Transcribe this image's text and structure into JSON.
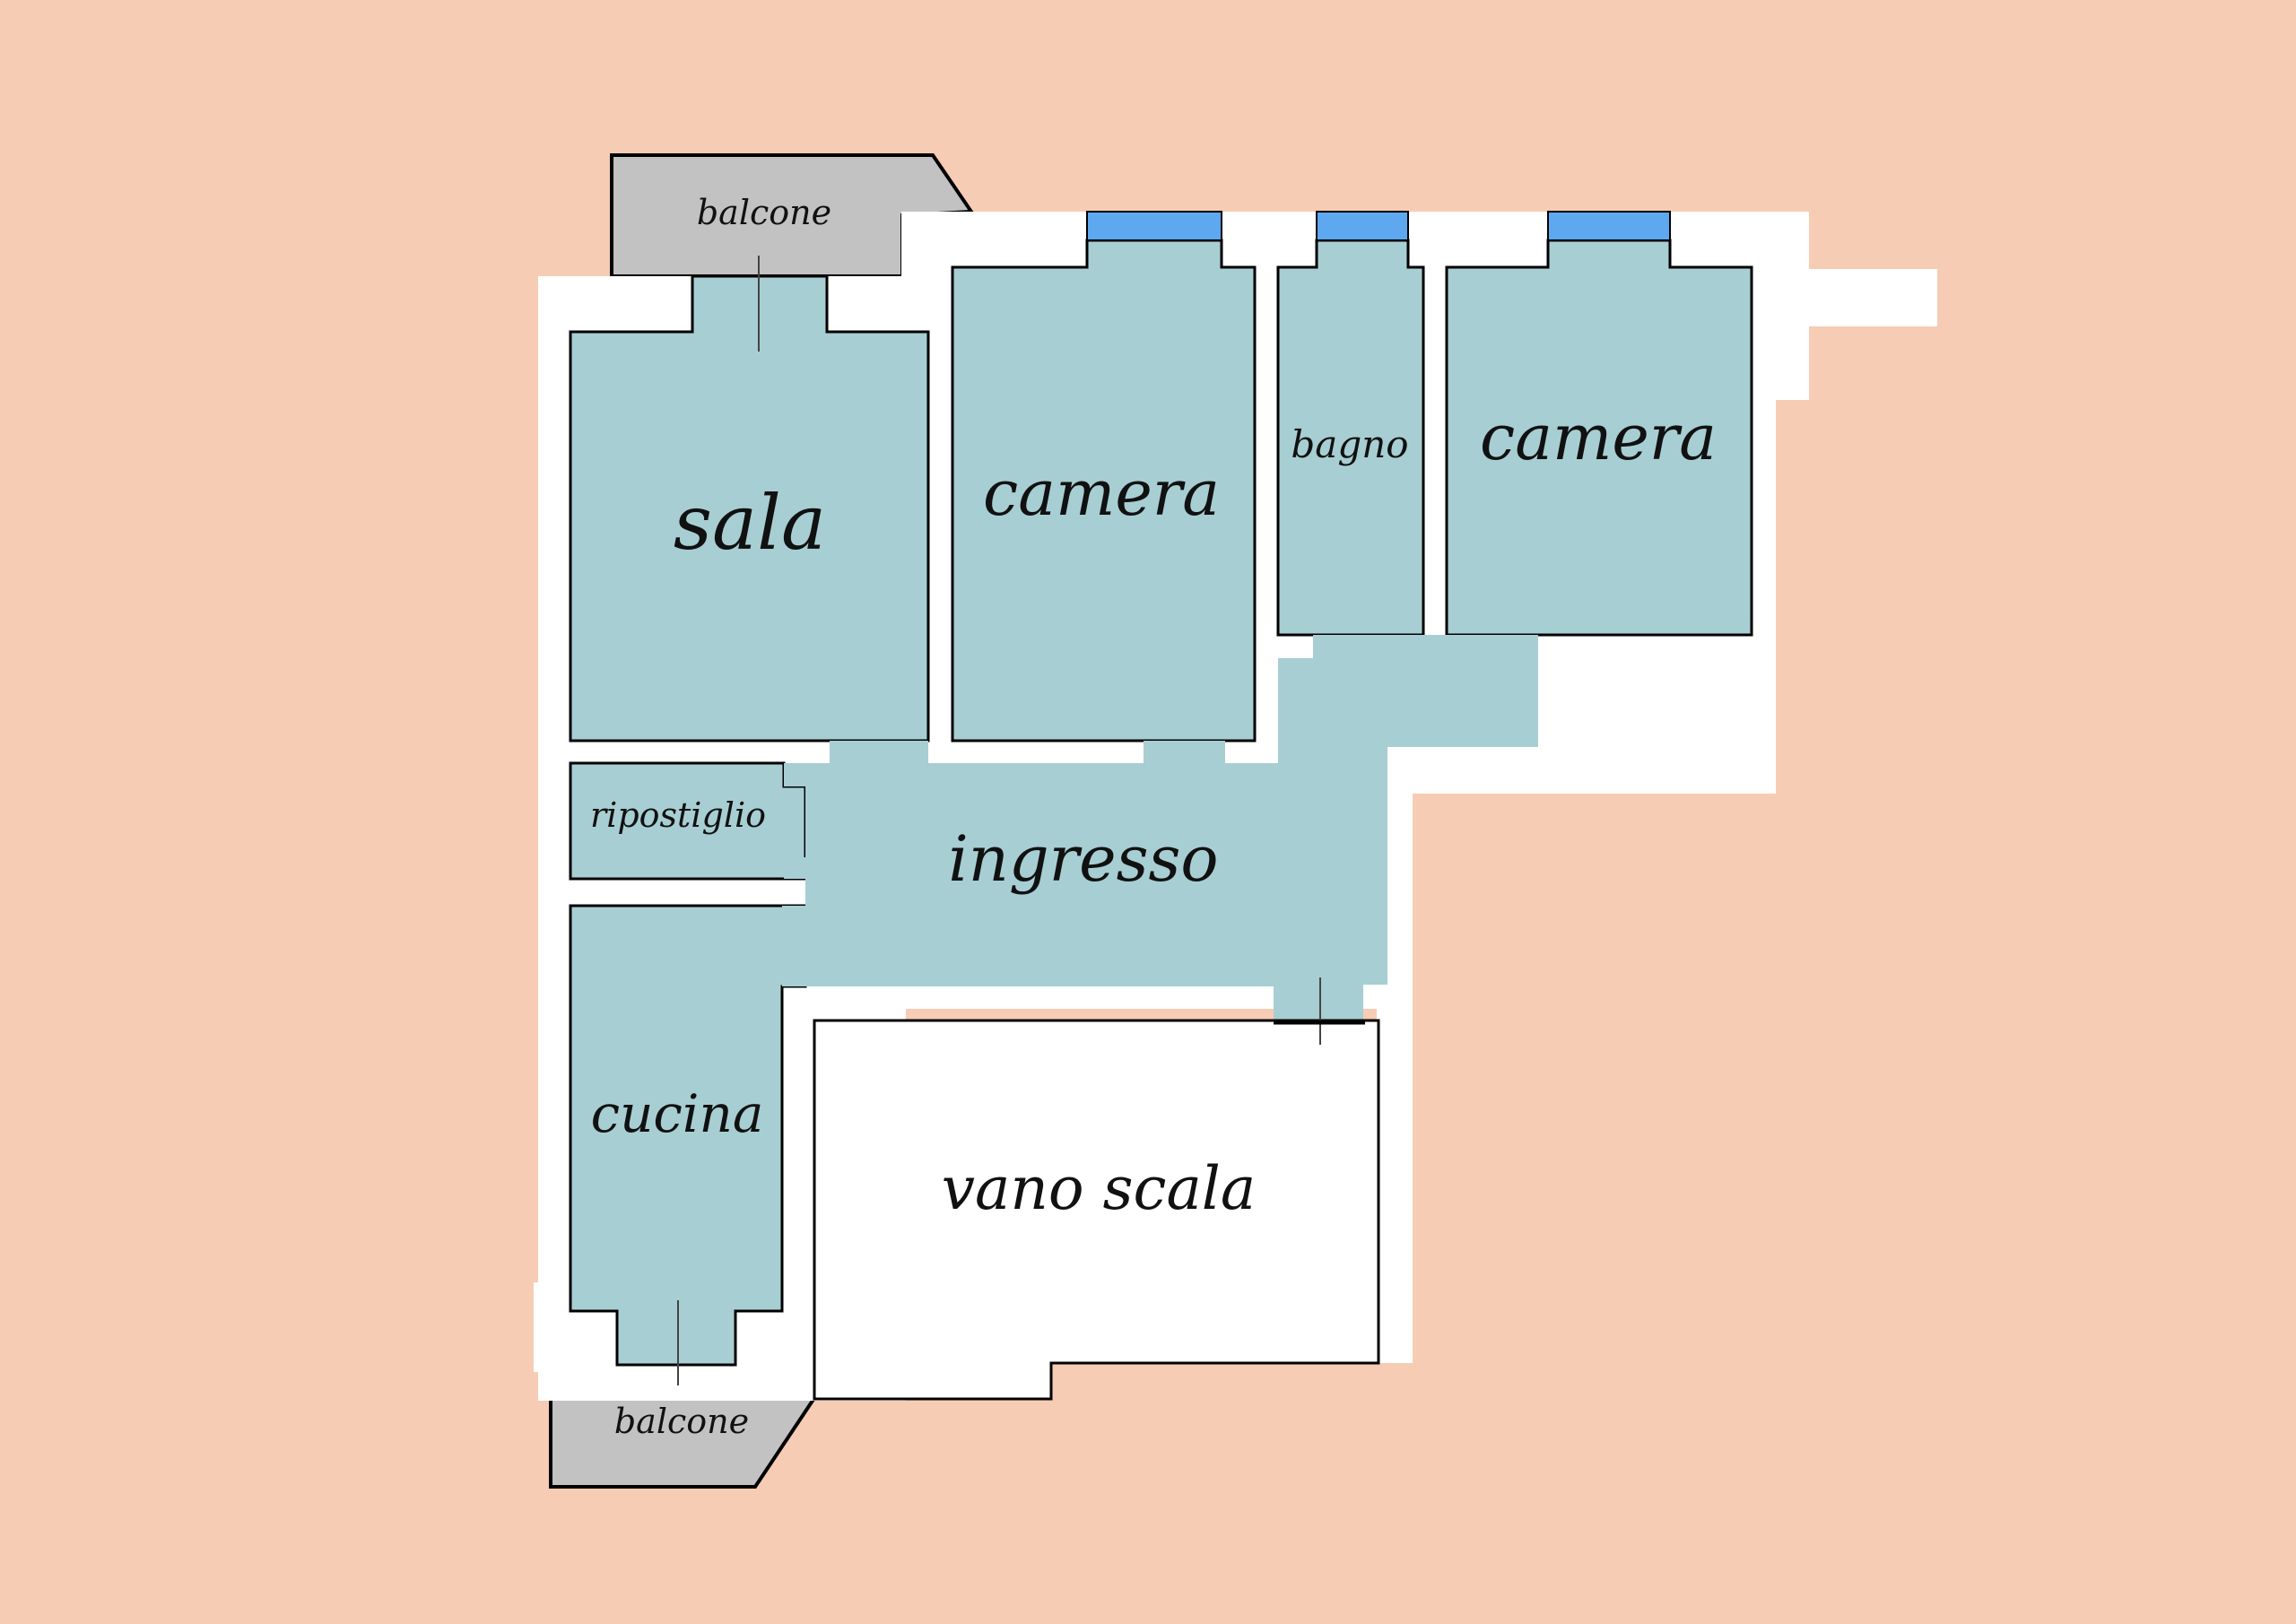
{
  "colors": {
    "background": "#f7ccb4",
    "wall": "#ffffff",
    "floor": "#a7ced3",
    "balcony": "#c2c2c2",
    "window": "#5ea8ef",
    "outline": "#000000",
    "stair": "#ffffff"
  },
  "rooms": {
    "balcone_top": "balcone",
    "sala": "sala",
    "camera_1": "camera",
    "bagno": "bagno",
    "camera_2": "camera",
    "ripostiglio": "ripostiglio",
    "ingresso": "ingresso",
    "cucina": "cucina",
    "vano_scala": "vano scala",
    "balcone_bottom": "balcone"
  }
}
